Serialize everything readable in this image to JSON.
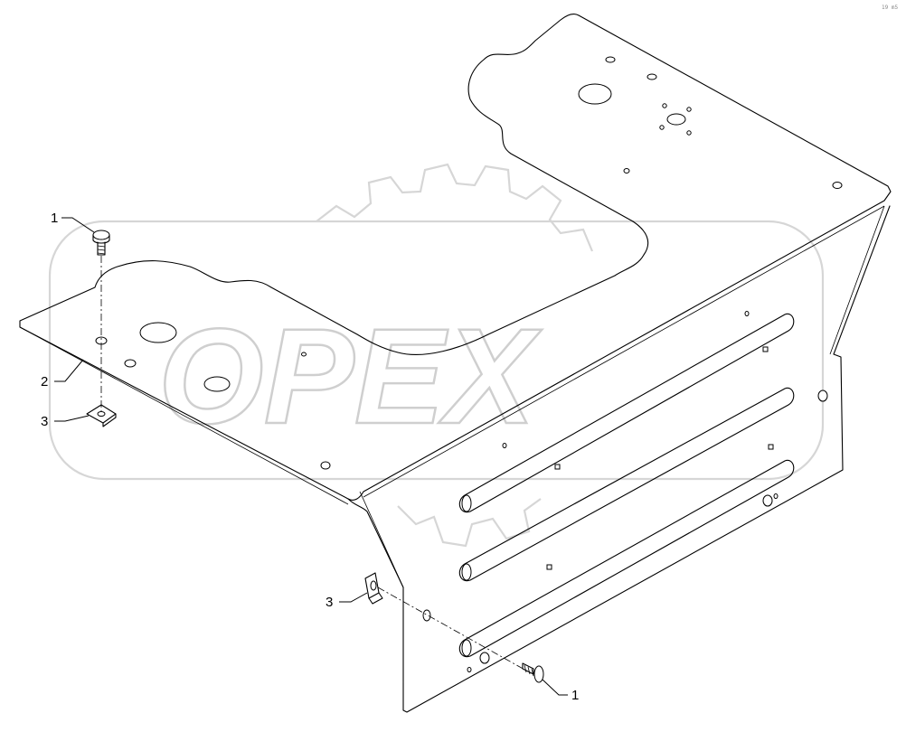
{
  "watermark": {
    "text": "OPEX"
  },
  "corner_mark": "19 m5",
  "callouts": [
    {
      "id": "c1a",
      "label": "1"
    },
    {
      "id": "c2",
      "label": "2"
    },
    {
      "id": "c3a",
      "label": "3"
    },
    {
      "id": "c3b",
      "label": "3"
    },
    {
      "id": "c1b",
      "label": "1"
    }
  ],
  "colors": {
    "line": "#000000",
    "watermark": "#d6d6d6",
    "background": "#ffffff"
  }
}
